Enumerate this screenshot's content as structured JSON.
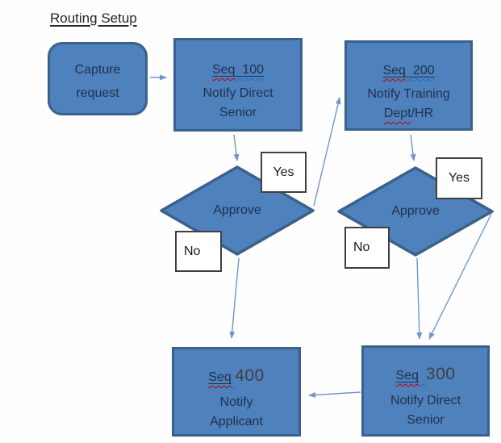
{
  "title": "Routing Setup",
  "nodes": {
    "capture": {
      "line1": "Capture",
      "line2": "request"
    },
    "seq100": {
      "seq": "Seq",
      "num": "100",
      "line1": "Notify Direct",
      "line2": "Senior"
    },
    "seq200": {
      "seq": "Seq",
      "num": "200",
      "line1": "Notify Training",
      "line2_pre": "Dept",
      "line2_post": "/HR"
    },
    "decision1": {
      "label": "Approve",
      "yes": "Yes",
      "no": "No"
    },
    "decision2": {
      "label": "Approve",
      "yes": "Yes",
      "no": "No"
    },
    "seq400": {
      "seq": "Seq",
      "num": "400",
      "line1": "Notify",
      "line2": "Applicant"
    },
    "seq300": {
      "seq": "Seq",
      "num": "300",
      "line1": "Notify Direct",
      "line2": "Senior"
    }
  },
  "colors": {
    "node_fill": "#4f81bd",
    "node_border": "#3a618c",
    "arrow": "#7195c7",
    "node_text": "#1e3150",
    "seq_number": "#3f3f3f",
    "label_box_border": "#3f3f3f",
    "spell_squiggle": "#c00000",
    "grammar_squiggle": "#1f6fc0",
    "title_text": "#262626"
  }
}
